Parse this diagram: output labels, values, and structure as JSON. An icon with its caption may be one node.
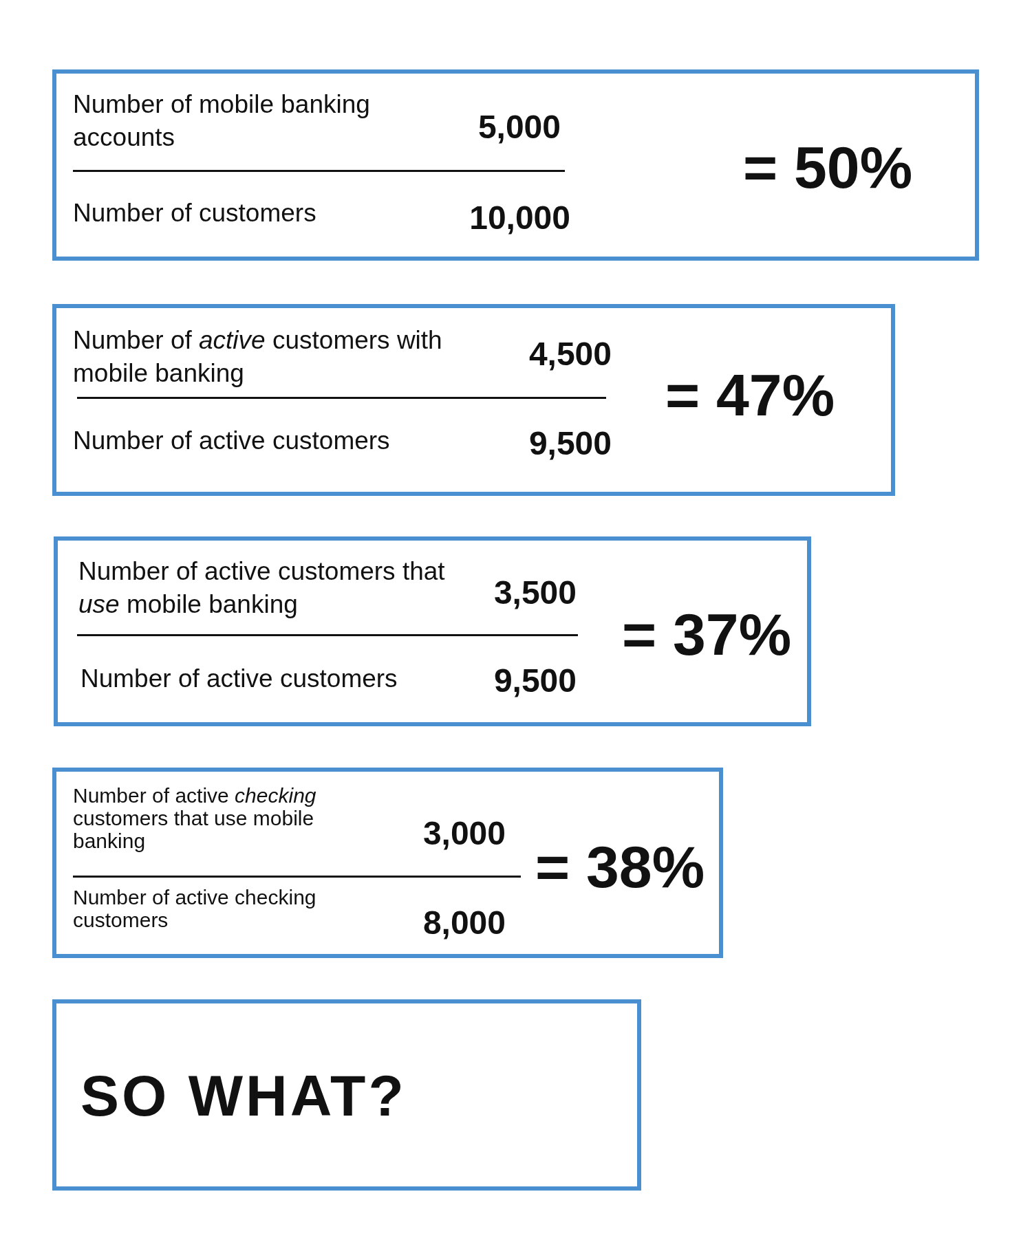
{
  "diagram": {
    "nodes": [
      {
        "text": [
          "Number of mobile banking accounts",
          "5,000",
          "Number of customers",
          "10,000",
          "= 50%"
        ]
      },
      {
        "text": [
          "Number of *active* customers with mobile banking",
          "4,500",
          "Number of active customers",
          "9,500",
          "= 47%"
        ]
      },
      {
        "text": [
          "Number of active customers that *use* mobile banking",
          "3,500",
          "Number of active customers",
          "9,500",
          "= 37%"
        ]
      },
      {
        "text": [
          "Number of active *checking* customers that use mobile banking",
          "3,000",
          "Number of active checking customers",
          "8,000",
          "= 38%"
        ]
      },
      {
        "text": [
          "SO WHAT?"
        ]
      }
    ]
  }
}
